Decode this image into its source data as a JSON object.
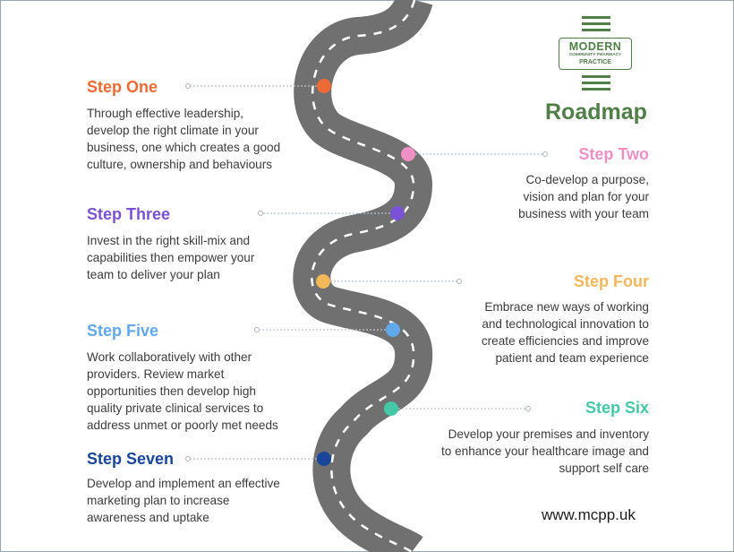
{
  "logo": {
    "line1": "MODERN",
    "line2": "COMMUNITY PHARMACY",
    "line3": "PRACTICE",
    "color": "#4f7f47"
  },
  "title": "Roadmap",
  "website": "www.mcpp.uk",
  "road": {
    "color": "#707070",
    "dash_color": "#ffffff"
  },
  "steps": [
    {
      "title": "Step One",
      "color": "#ee6a34",
      "side": "left",
      "lines": [
        "Through effective leadership,",
        "develop the right climate in your",
        "business, one which creates a good",
        "culture, ownership and behaviours"
      ]
    },
    {
      "title": "Step Two",
      "color": "#f08fc3",
      "side": "right",
      "lines": [
        "Co-develop a purpose,",
        "vision and plan for your",
        "business with your team"
      ]
    },
    {
      "title": "Step Three",
      "color": "#7b52d6",
      "side": "left",
      "lines": [
        "Invest in the right skill-mix and",
        "capabilities then empower your",
        "team to deliver your plan"
      ]
    },
    {
      "title": "Step Four",
      "color": "#f4b75a",
      "side": "right",
      "lines": [
        "Embrace new ways of working",
        "and technological innovation to",
        "create efficiencies and improve",
        "patient and team experience"
      ]
    },
    {
      "title": "Step Five",
      "color": "#62a8ec",
      "side": "left",
      "lines": [
        "Work collaboratively with other",
        "providers. Review market",
        "opportunities then develop high",
        "quality private clinical services to",
        "address unmet or poorly met needs"
      ]
    },
    {
      "title": "Step Six",
      "color": "#43c9a6",
      "side": "right",
      "lines": [
        "Develop your premises and inventory",
        "to enhance your healthcare image and",
        "support self care"
      ]
    },
    {
      "title": "Step Seven",
      "color": "#17469a",
      "side": "left",
      "lines": [
        "Develop and implement an effective",
        "marketing plan to increase",
        "awareness and uptake"
      ]
    }
  ]
}
